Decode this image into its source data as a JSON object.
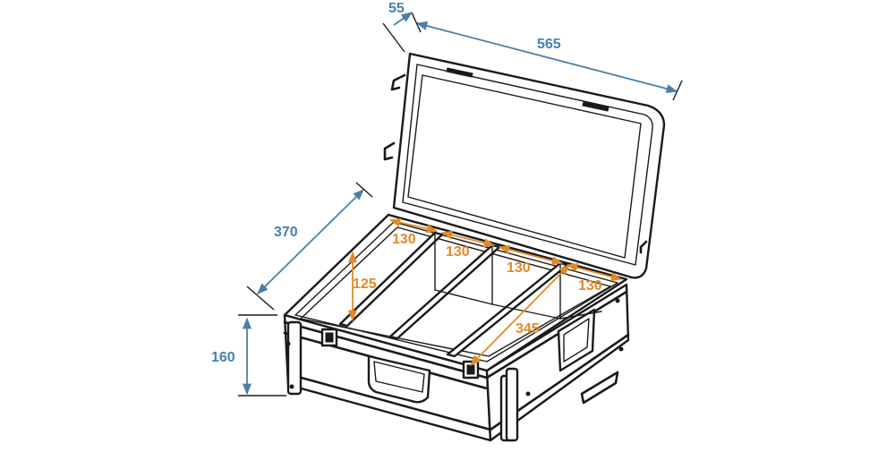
{
  "colors": {
    "outer_dimension": "#4a7fa8",
    "inner_dimension": "#e08a2a",
    "line": "#1a1a1a"
  },
  "dimensions": {
    "lid_depth": "55",
    "width": "565",
    "depth": "370",
    "height": "160",
    "compartment_width_1": "130",
    "compartment_width_2": "130",
    "compartment_width_3": "130",
    "compartment_width_4": "130",
    "compartment_height": "125",
    "compartment_length": "345"
  }
}
